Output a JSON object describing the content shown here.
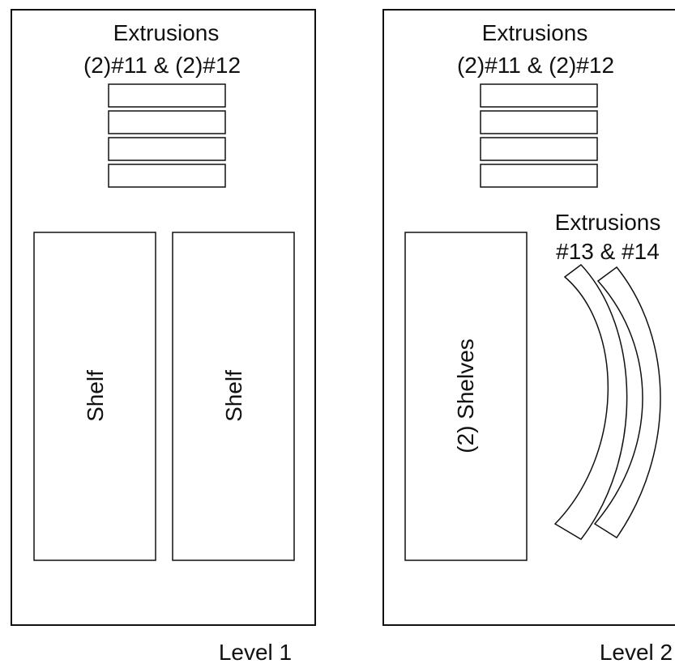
{
  "level1": {
    "extrusions_line1": "Extrusions",
    "extrusions_line2": "(2)#11 & (2)#12",
    "shelf_left": "Shelf",
    "shelf_right": "Shelf",
    "level_label": "Level 1"
  },
  "level2": {
    "extrusions_line1": "Extrusions",
    "extrusions_line2": "(2)#11 & (2)#12",
    "curved_line1": "Extrusions",
    "curved_line2": "#13 & #14",
    "shelves": "(2) Shelves",
    "level_label": "Level 2"
  }
}
